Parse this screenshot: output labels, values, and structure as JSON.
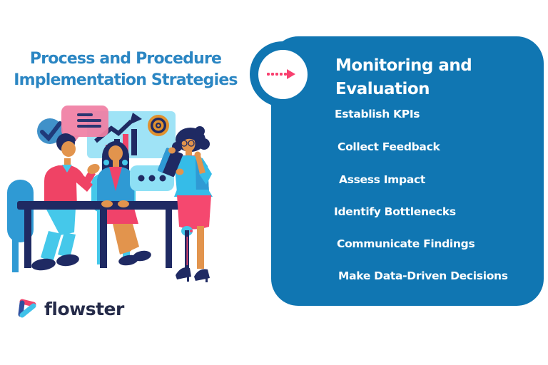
{
  "title": {
    "line1": "Process and Procedure",
    "line2": "Implementation Strategies",
    "color": "#2b86c3"
  },
  "panel": {
    "heading": "Monitoring and Evaluation",
    "items": [
      "Establish KPIs",
      "Collect Feedback",
      "Assess Impact",
      "Identify Bottlenecks",
      "Communicate Findings",
      "Make Data-Driven Decisions"
    ],
    "background_color": "#1076b2",
    "text_color": "#ffffff",
    "badge_icon": "dotted-arrow-right-icon",
    "accent_color": "#f8406f"
  },
  "logo": {
    "text": "flowster",
    "icon": "flowster-triangle-logo",
    "text_color": "#252b49",
    "icon_colors": [
      "#f0436a",
      "#2f4f9e",
      "#3fc1e9"
    ]
  },
  "illustration": {
    "description": "Three colleagues in a meeting at a navy table: a man in a pink sweater gesturing, a seated woman in a blue jacket, and a standing woman with glasses and a prosthetic leg reading a notebook; behind them a light-blue board with a rising arrow chart, bar chart and target, a checkmark circle, a pink message bubble and an ellipsis speech bubble",
    "icons": [
      "checkmark-icon",
      "chat-bubble-icon",
      "growth-arrow-icon",
      "bar-chart-icon",
      "target-icon",
      "ellipsis-bubble-icon"
    ],
    "palette": {
      "navy": "#1f2a63",
      "pink": "#ef4365",
      "blue": "#2f9ad4",
      "cyan": "#45c8ea",
      "light_board": "#9fe3f6",
      "skin": "#e2944d",
      "orange": "#e0912f"
    }
  }
}
